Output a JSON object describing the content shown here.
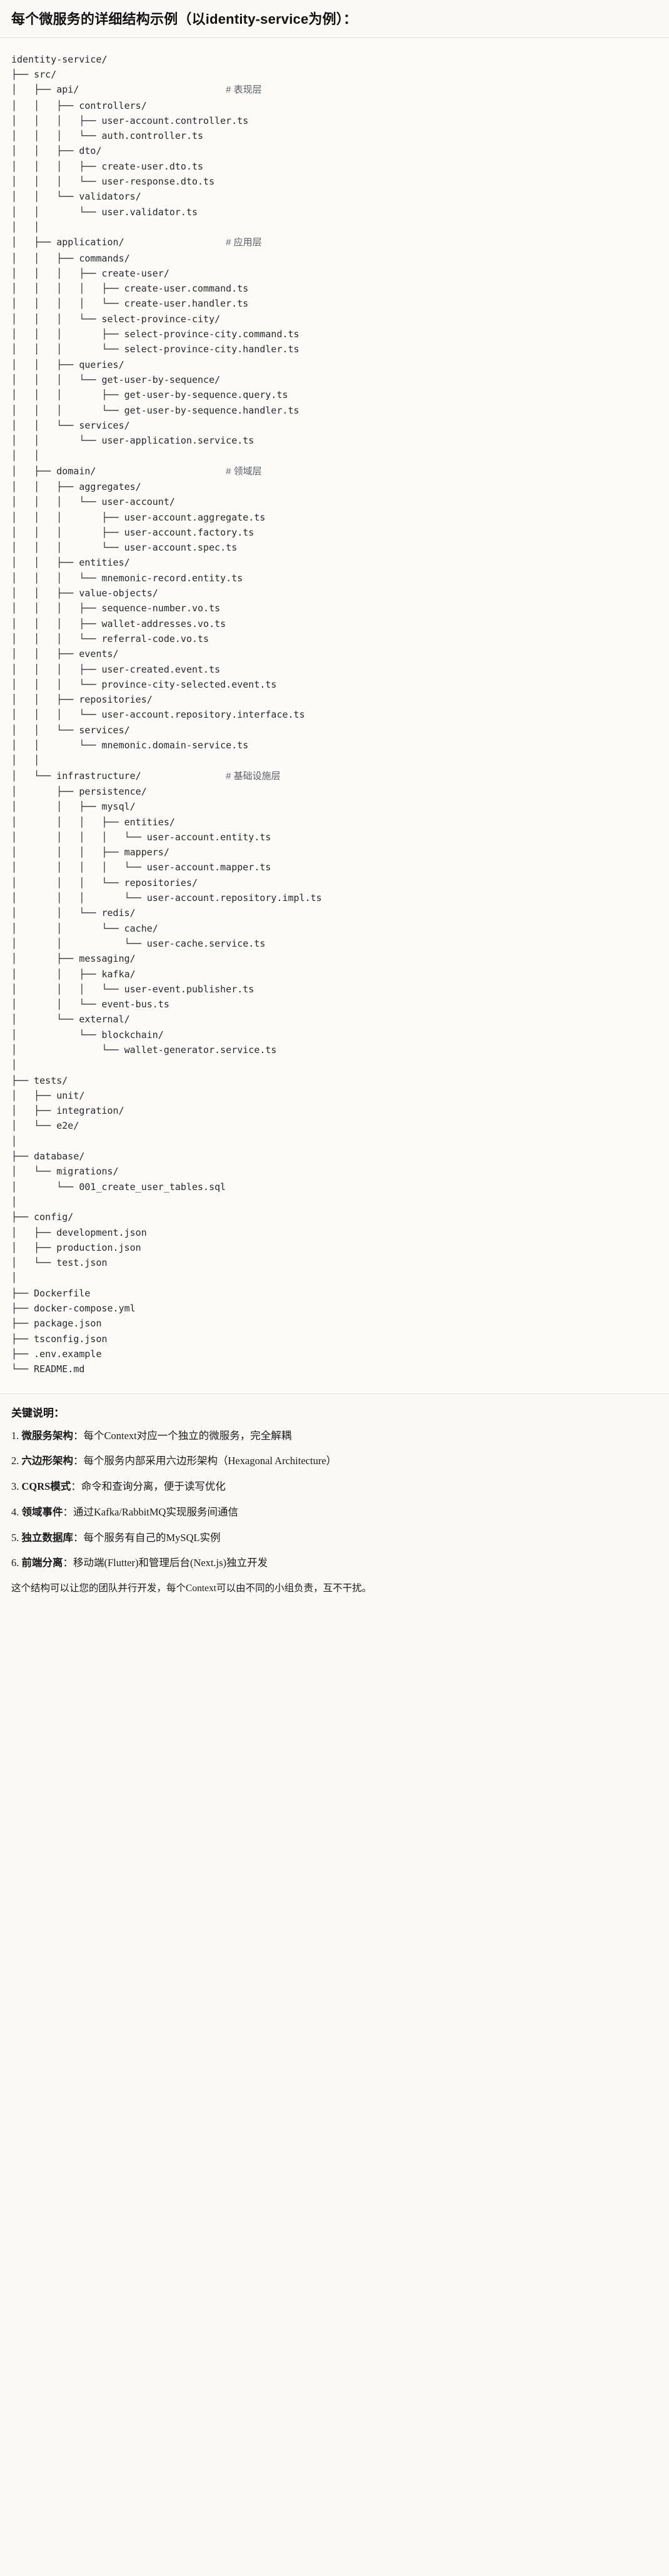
{
  "document": {
    "heading": "每个微服务的详细结构示例（以identity-service为例）：",
    "closing_note": "这个结构可以让您的团队并行开发，每个Context可以由不同的小组负责，互不干扰。"
  },
  "tree": {
    "root": "identity-service/",
    "lines": [
      "identity-service/",
      "├── src/",
      "│   ├── api/                          # 表现层",
      "│   │   ├── controllers/",
      "│   │   │   ├── user-account.controller.ts",
      "│   │   │   └── auth.controller.ts",
      "│   │   ├── dto/",
      "│   │   │   ├── create-user.dto.ts",
      "│   │   │   └── user-response.dto.ts",
      "│   │   └── validators/",
      "│   │       └── user.validator.ts",
      "│   │",
      "│   ├── application/                  # 应用层",
      "│   │   ├── commands/",
      "│   │   │   ├── create-user/",
      "│   │   │   │   ├── create-user.command.ts",
      "│   │   │   │   └── create-user.handler.ts",
      "│   │   │   └── select-province-city/",
      "│   │   │       ├── select-province-city.command.ts",
      "│   │   │       └── select-province-city.handler.ts",
      "│   │   ├── queries/",
      "│   │   │   └── get-user-by-sequence/",
      "│   │   │       ├── get-user-by-sequence.query.ts",
      "│   │   │       └── get-user-by-sequence.handler.ts",
      "│   │   └── services/",
      "│   │       └── user-application.service.ts",
      "│   │",
      "│   ├── domain/                       # 领域层",
      "│   │   ├── aggregates/",
      "│   │   │   └── user-account/",
      "│   │   │       ├── user-account.aggregate.ts",
      "│   │   │       ├── user-account.factory.ts",
      "│   │   │       └── user-account.spec.ts",
      "│   │   ├── entities/",
      "│   │   │   └── mnemonic-record.entity.ts",
      "│   │   ├── value-objects/",
      "│   │   │   ├── sequence-number.vo.ts",
      "│   │   │   ├── wallet-addresses.vo.ts",
      "│   │   │   └── referral-code.vo.ts",
      "│   │   ├── events/",
      "│   │   │   ├── user-created.event.ts",
      "│   │   │   └── province-city-selected.event.ts",
      "│   │   ├── repositories/",
      "│   │   │   └── user-account.repository.interface.ts",
      "│   │   └── services/",
      "│   │       └── mnemonic.domain-service.ts",
      "│   │",
      "│   └── infrastructure/               # 基础设施层",
      "│       ├── persistence/",
      "│       │   ├── mysql/",
      "│       │   │   ├── entities/",
      "│       │   │   │   └── user-account.entity.ts",
      "│       │   │   ├── mappers/",
      "│       │   │   │   └── user-account.mapper.ts",
      "│       │   │   └── repositories/",
      "│       │   │       └── user-account.repository.impl.ts",
      "│       │   └── redis/",
      "│       │       └── cache/",
      "│       │           └── user-cache.service.ts",
      "│       ├── messaging/",
      "│       │   ├── kafka/",
      "│       │   │   └── user-event.publisher.ts",
      "│       │   └── event-bus.ts",
      "│       └── external/",
      "│           └── blockchain/",
      "│               └── wallet-generator.service.ts",
      "│",
      "├── tests/",
      "│   ├── unit/",
      "│   ├── integration/",
      "│   └── e2e/",
      "│",
      "├── database/",
      "│   └── migrations/",
      "│       └── 001_create_user_tables.sql",
      "│",
      "├── config/",
      "│   ├── development.json",
      "│   ├── production.json",
      "│   └── test.json",
      "│",
      "├── Dockerfile",
      "├── docker-compose.yml",
      "├── package.json",
      "├── tsconfig.json",
      "├── .env.example",
      "└── README.md"
    ],
    "layer_comments": [
      {
        "path": "src/api/",
        "comment": "# 表现层"
      },
      {
        "path": "src/application/",
        "comment": "# 应用层"
      },
      {
        "path": "src/domain/",
        "comment": "# 领域层"
      },
      {
        "path": "src/infrastructure/",
        "comment": "# 基础设施层"
      }
    ]
  },
  "notes": {
    "title": "关键说明：",
    "items": [
      {
        "num": "1.",
        "term": "微服务架构",
        "sep": "：",
        "text": "每个Context对应一个独立的微服务，完全解耦"
      },
      {
        "num": "2.",
        "term": "六边形架构",
        "sep": "：",
        "text": "每个服务内部采用六边形架构（Hexagonal Architecture）"
      },
      {
        "num": "3.",
        "term": "CQRS模式",
        "sep": "：",
        "text": "命令和查询分离，便于读写优化"
      },
      {
        "num": "4.",
        "term": "领域事件",
        "sep": "：",
        "text": "通过Kafka/RabbitMQ实现服务间通信"
      },
      {
        "num": "5.",
        "term": "独立数据库",
        "sep": "：",
        "text": "每个服务有自己的MySQL实例"
      },
      {
        "num": "6.",
        "term": "前端分离",
        "sep": "：",
        "text": "移动端(Flutter)和管理后台(Next.js)独立开发"
      }
    ]
  },
  "colors": {
    "page_bg": "#faf9f6",
    "code_bg": "#fcfbf8",
    "text": "#1b1b1b",
    "code_text": "#24292e",
    "comment": "#5a5f66",
    "rule": "#e3e1db"
  }
}
